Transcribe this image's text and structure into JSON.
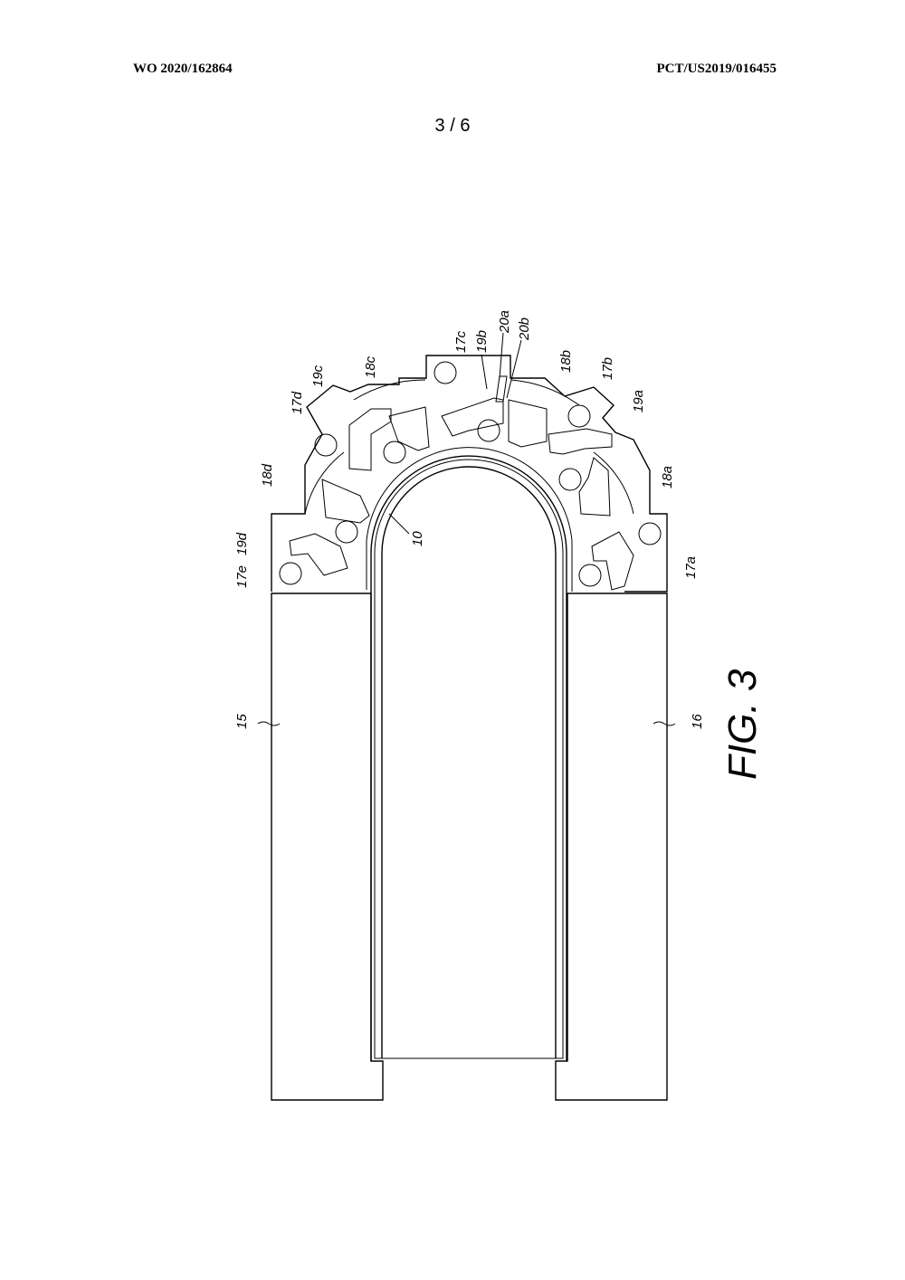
{
  "header": {
    "publication_number": "WO 2020/162864",
    "application_number": "PCT/US2019/016455",
    "sheet": "3 / 6"
  },
  "figure": {
    "caption": "FIG. 3",
    "reference_labels": {
      "ref_10": "10",
      "ref_15": "15",
      "ref_16": "16",
      "ref_17a": "17a",
      "ref_17b": "17b",
      "ref_17c": "17c",
      "ref_17d": "17d",
      "ref_17e": "17e",
      "ref_18a": "18a",
      "ref_18b": "18b",
      "ref_18c": "18c",
      "ref_18d": "18d",
      "ref_19a": "19a",
      "ref_19b": "19b",
      "ref_19c": "19c",
      "ref_19d": "19d",
      "ref_20a": "20a",
      "ref_20b": "20b"
    }
  }
}
